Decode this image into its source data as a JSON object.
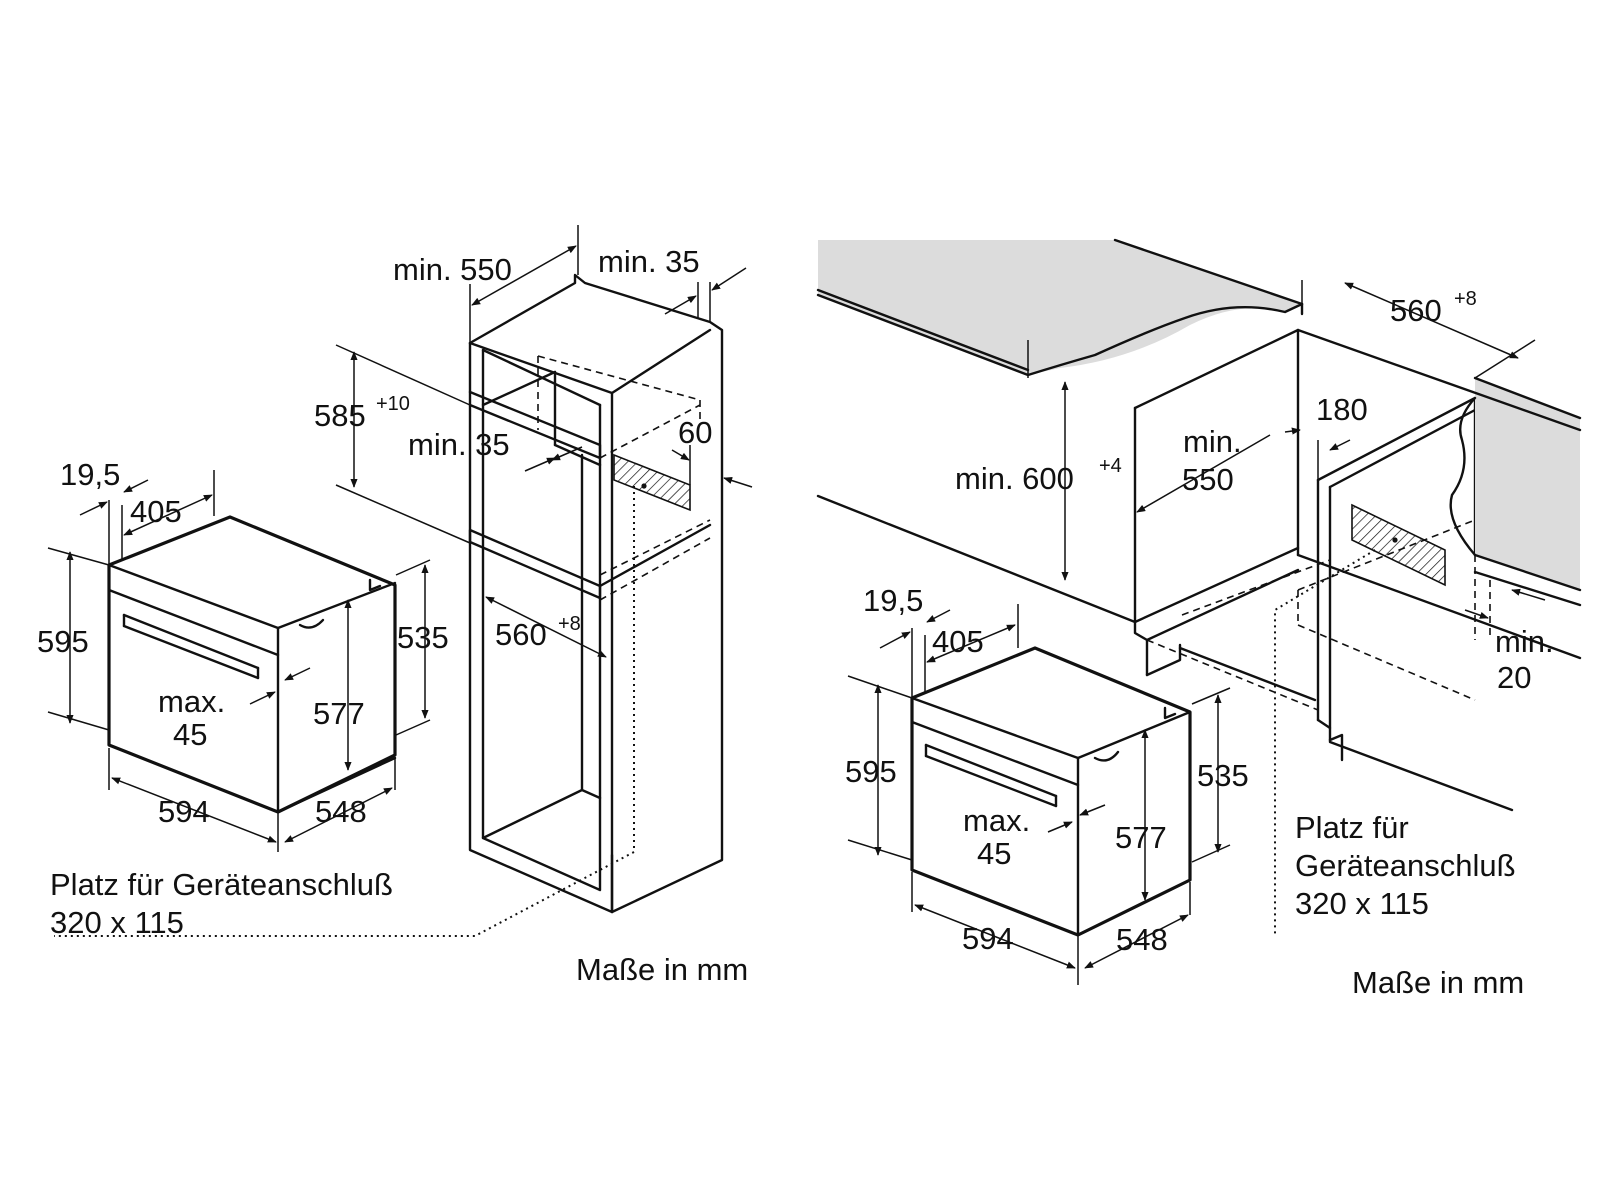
{
  "left_diagram": {
    "oven": {
      "d_19_5": "19,5",
      "d_405": "405",
      "d_595": "595",
      "d_535": "535",
      "d_577": "577",
      "d_max": "max.",
      "d_45": "45",
      "d_594": "594",
      "d_548": "548"
    },
    "cabinet": {
      "min_550": "min. 550",
      "min_35_top": "min. 35",
      "d_585": "585",
      "d_585_tol": "+10",
      "min_35_mid": "min. 35",
      "d_60": "60",
      "d_560": "560",
      "d_560_tol": "+8"
    },
    "note_line1": "Platz für Geräteanschluß",
    "note_line2": "320 x 115",
    "units": "Maße in mm"
  },
  "right_diagram": {
    "oven": {
      "d_19_5": "19,5",
      "d_405": "405",
      "d_595": "595",
      "d_535": "535",
      "d_577": "577",
      "d_max": "max.",
      "d_45": "45",
      "d_594": "594",
      "d_548": "548"
    },
    "cabinet": {
      "d_560": "560",
      "d_560_tol": "+8",
      "min_600": "min. 600",
      "min_600_tol": "+4",
      "min_550_a": "min.",
      "min_550_b": "550",
      "d_180": "180",
      "min_20_a": "min.",
      "min_20_b": "20"
    },
    "note_line1": "Platz für",
    "note_line2": "Geräteanschluß",
    "note_line3": "320 x 115",
    "units": "Maße in mm"
  }
}
